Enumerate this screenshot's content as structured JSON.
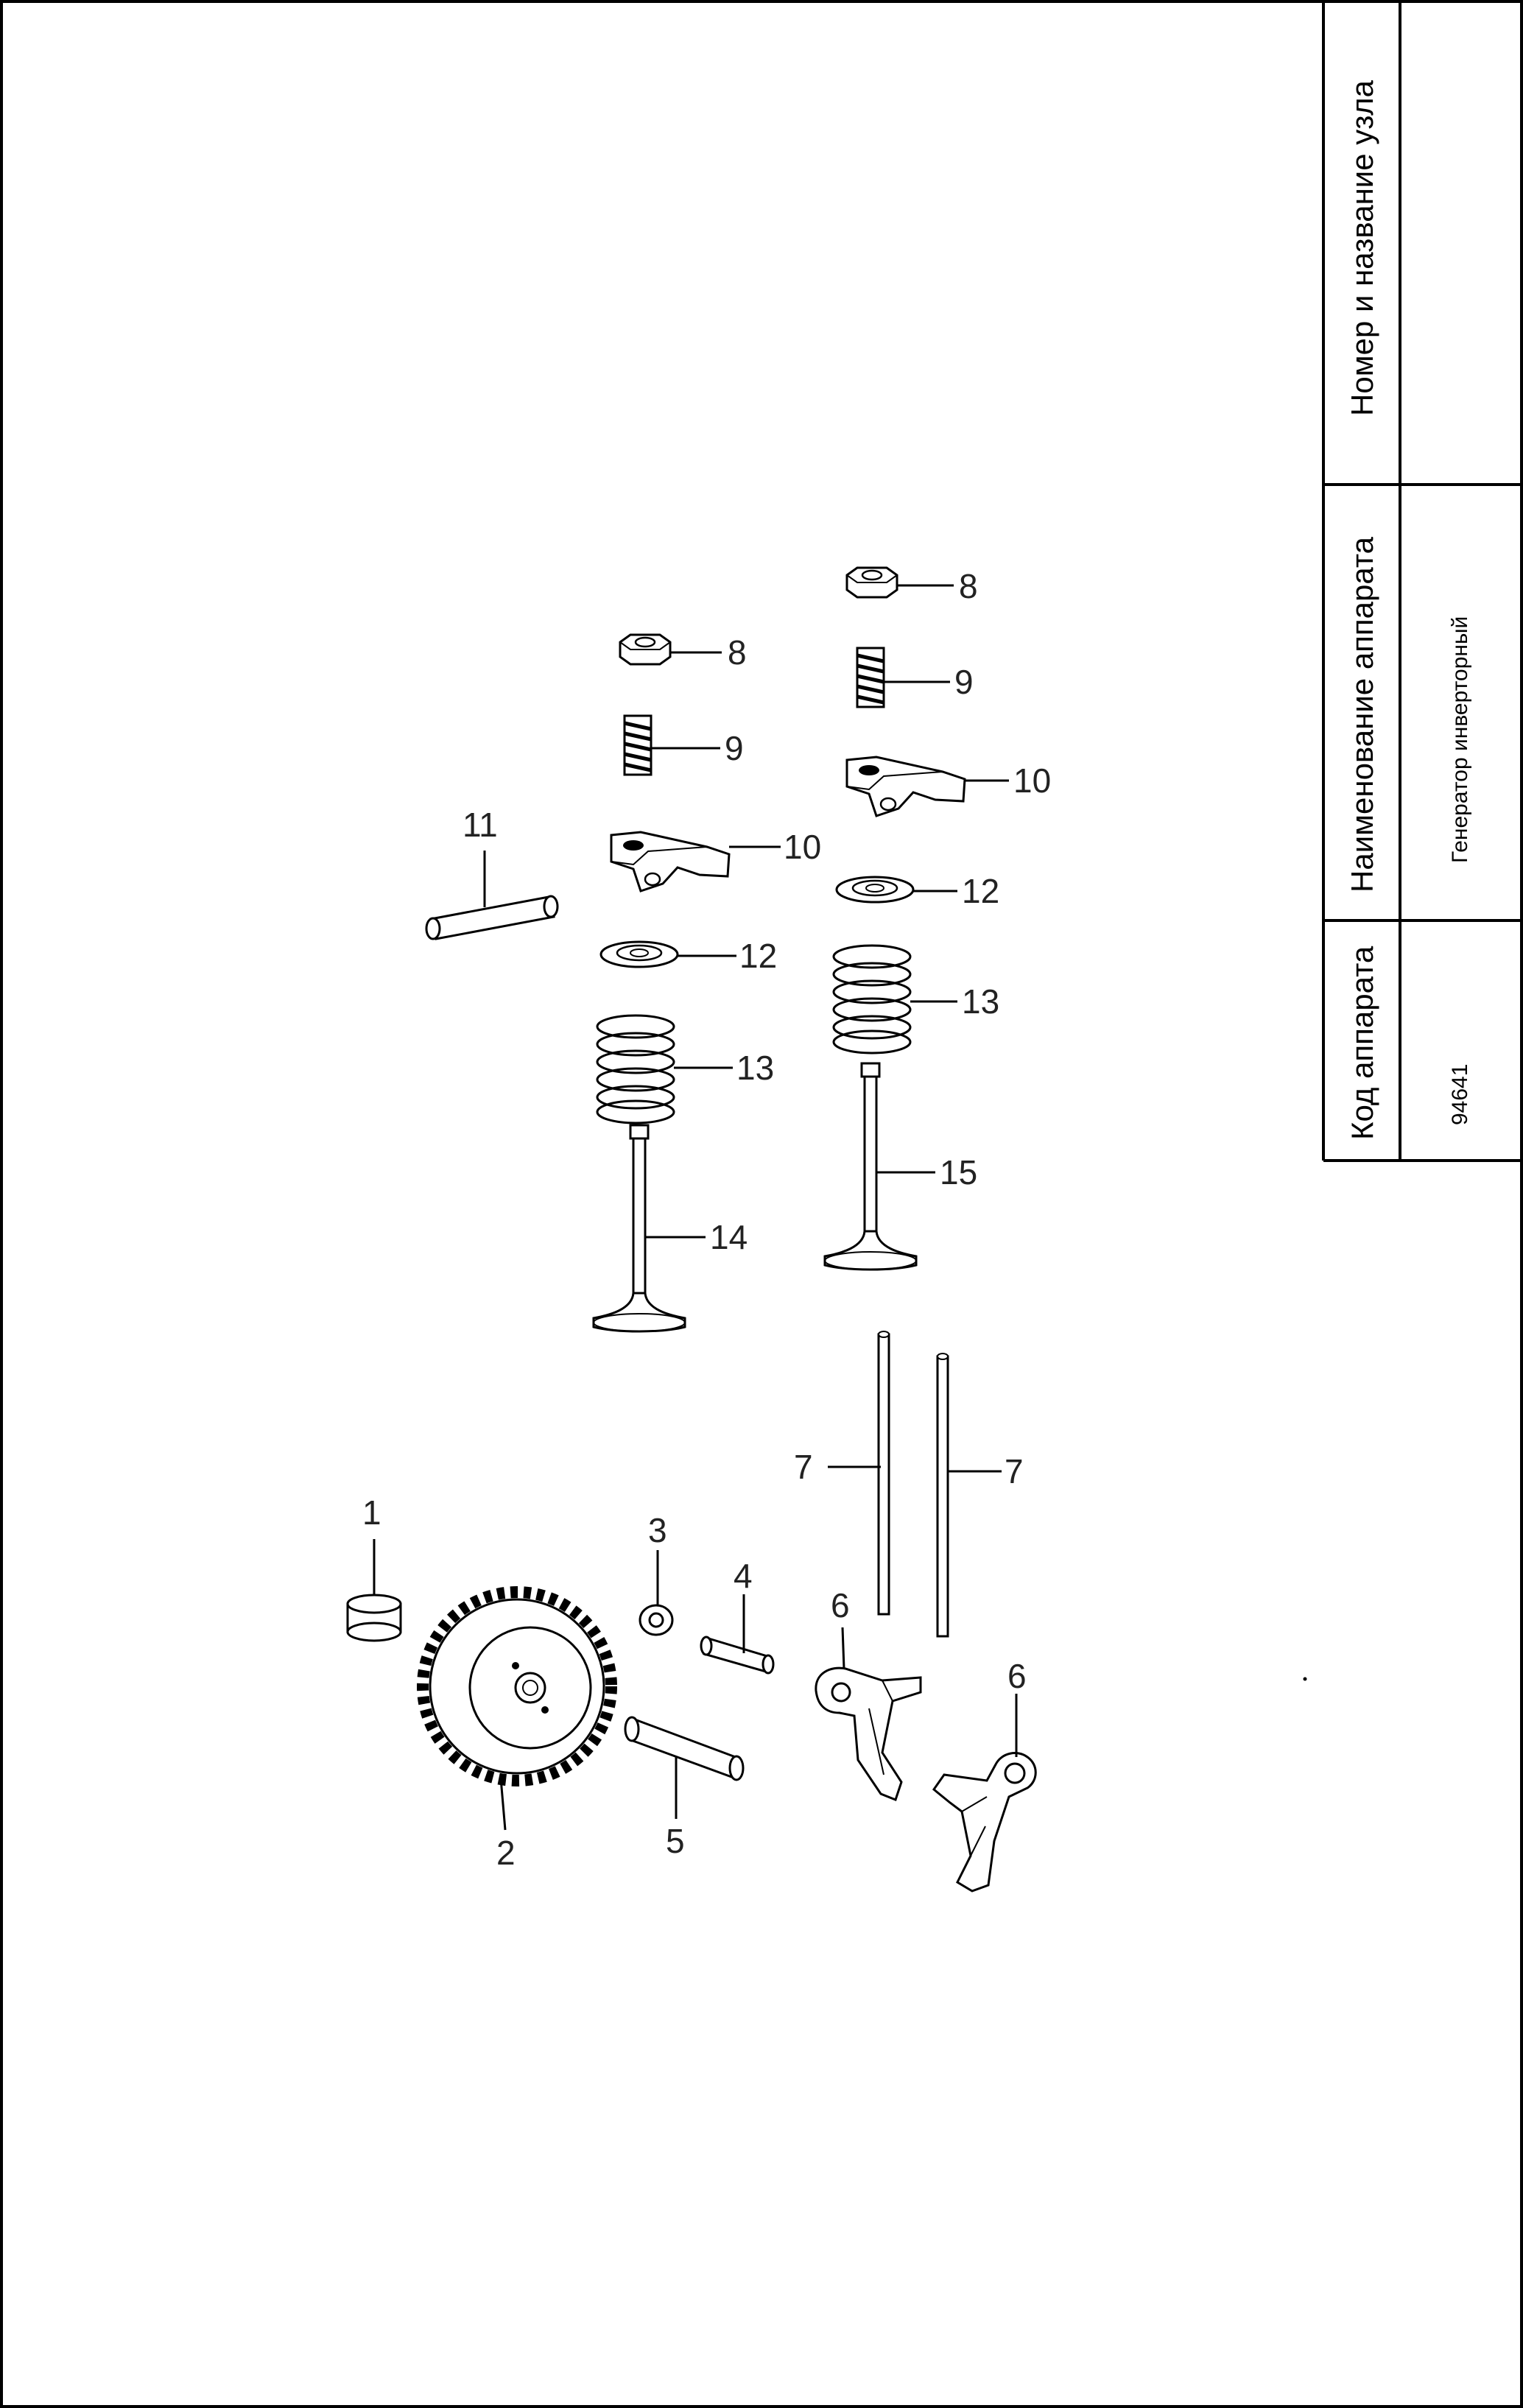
{
  "title_block": {
    "headers": {
      "code": "Код аппарата",
      "device_name": "Наименование аппарата",
      "unit_name": "Номер и название узла"
    },
    "values": {
      "code": "94641",
      "device_name": "Генератор инверторный",
      "unit_name": ""
    }
  },
  "callouts": {
    "p1": "1",
    "p2": "2",
    "p3": "3",
    "p4": "4",
    "p5": "5",
    "p6a": "6",
    "p6b": "6",
    "p7a": "7",
    "p7b": "7",
    "p8a": "8",
    "p8b": "8",
    "p9a": "9",
    "p9b": "9",
    "p10a": "10",
    "p10b": "10",
    "p11": "11",
    "p12a": "12",
    "p12b": "12",
    "p13a": "13",
    "p13b": "13",
    "p14": "14",
    "p15": "15"
  }
}
